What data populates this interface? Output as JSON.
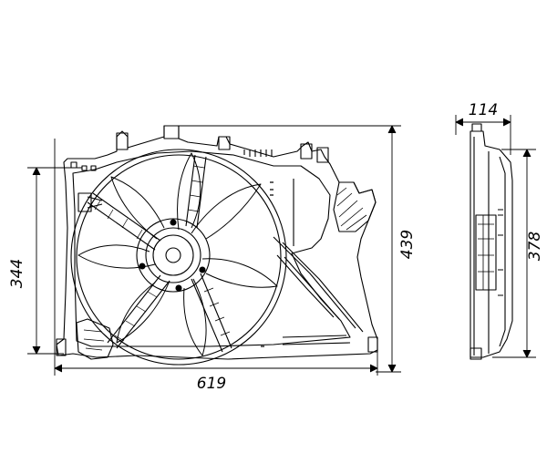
{
  "drawing": {
    "dimensions": {
      "height_front": "344",
      "height_overall": "439",
      "width_overall": "619",
      "depth": "114",
      "height_side": "378"
    },
    "colors": {
      "line": "#000000",
      "background": "#ffffff"
    },
    "fan": {
      "blade_count": 7,
      "spoke_count": 4
    }
  }
}
